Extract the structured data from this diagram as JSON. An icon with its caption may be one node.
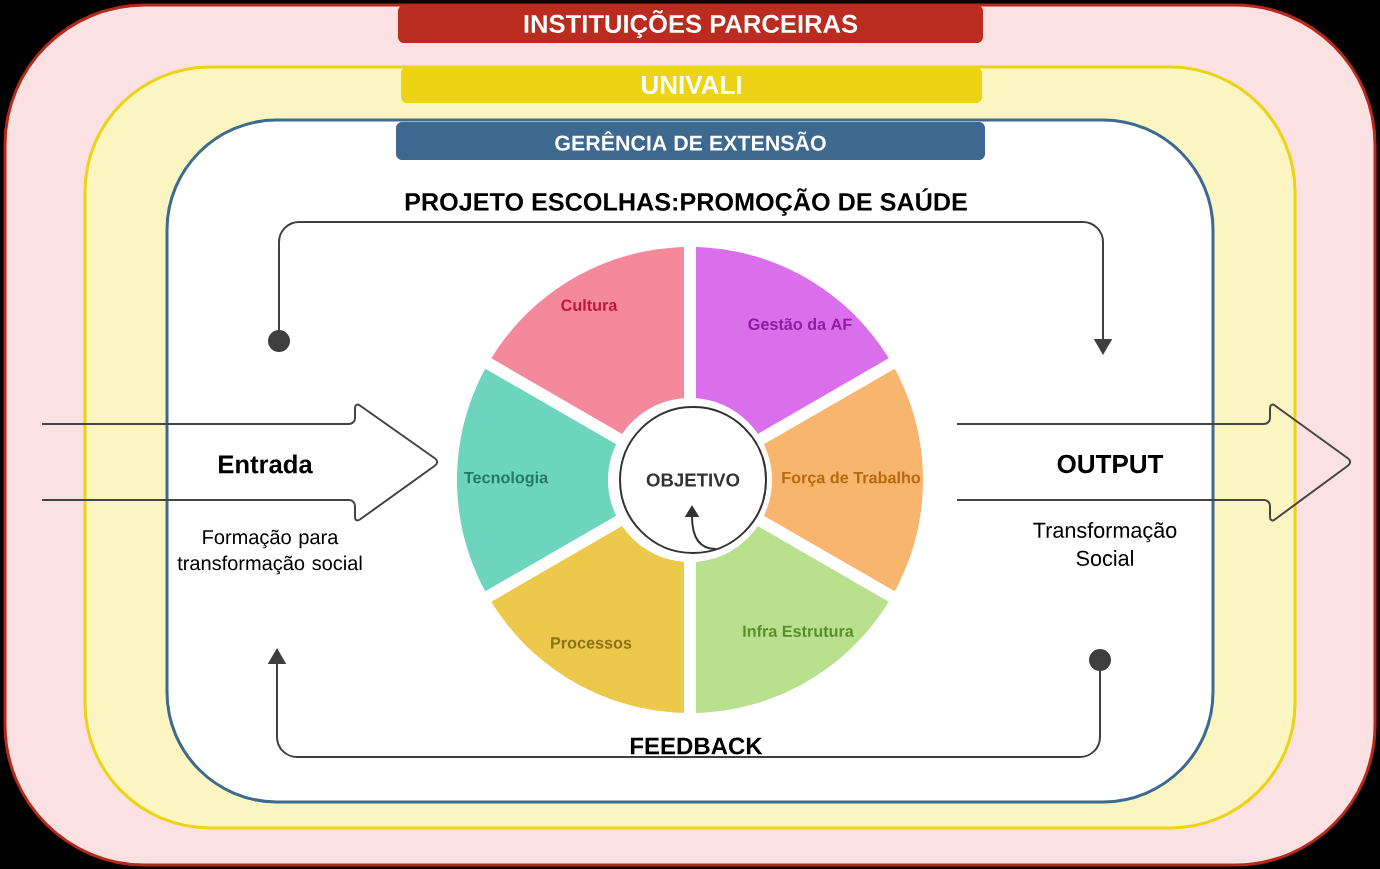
{
  "diagram": {
    "title": "PROJETO ESCOLHAS:PROMOÇÃO DE SAÚDE",
    "nodes": [
      {
        "text": [
          "INSTITUIÇÕES PARCEIRAS"
        ]
      },
      {
        "text": [
          "UNIVALI"
        ],
        "in": 0
      },
      {
        "text": [
          "GERÊNCIA DE EXTENSÃO"
        ],
        "in": 1
      },
      {
        "text": [
          "Cultura"
        ],
        "in": 2
      },
      {
        "text": [
          "Gestão da AF"
        ],
        "in": 2
      },
      {
        "text": [
          "Entrada"
        ],
        "beside": [
          "Formação para transformação social"
        ],
        "in": 0
      },
      {
        "text": [
          "Tecnologia"
        ],
        "in": 2
      },
      {
        "text": [
          "OBJETIVO"
        ],
        "in": 2
      },
      {
        "text": [
          "Força de Trabalho"
        ],
        "in": 2
      },
      {
        "text": [
          "OUTPUT"
        ],
        "beside": [
          "Transformação Social"
        ],
        "in": 0
      },
      {
        "text": [
          "Processos"
        ],
        "in": 2
      },
      {
        "text": [
          "Infra Estrutura"
        ],
        "in": 2
      }
    ],
    "edges": [
      {
        "from": 5,
        "to": 9,
        "arrow": "to"
      },
      {
        "from": 9,
        "to": 5,
        "arrow": "to",
        "label": "FEEDBACK"
      }
    ]
  }
}
